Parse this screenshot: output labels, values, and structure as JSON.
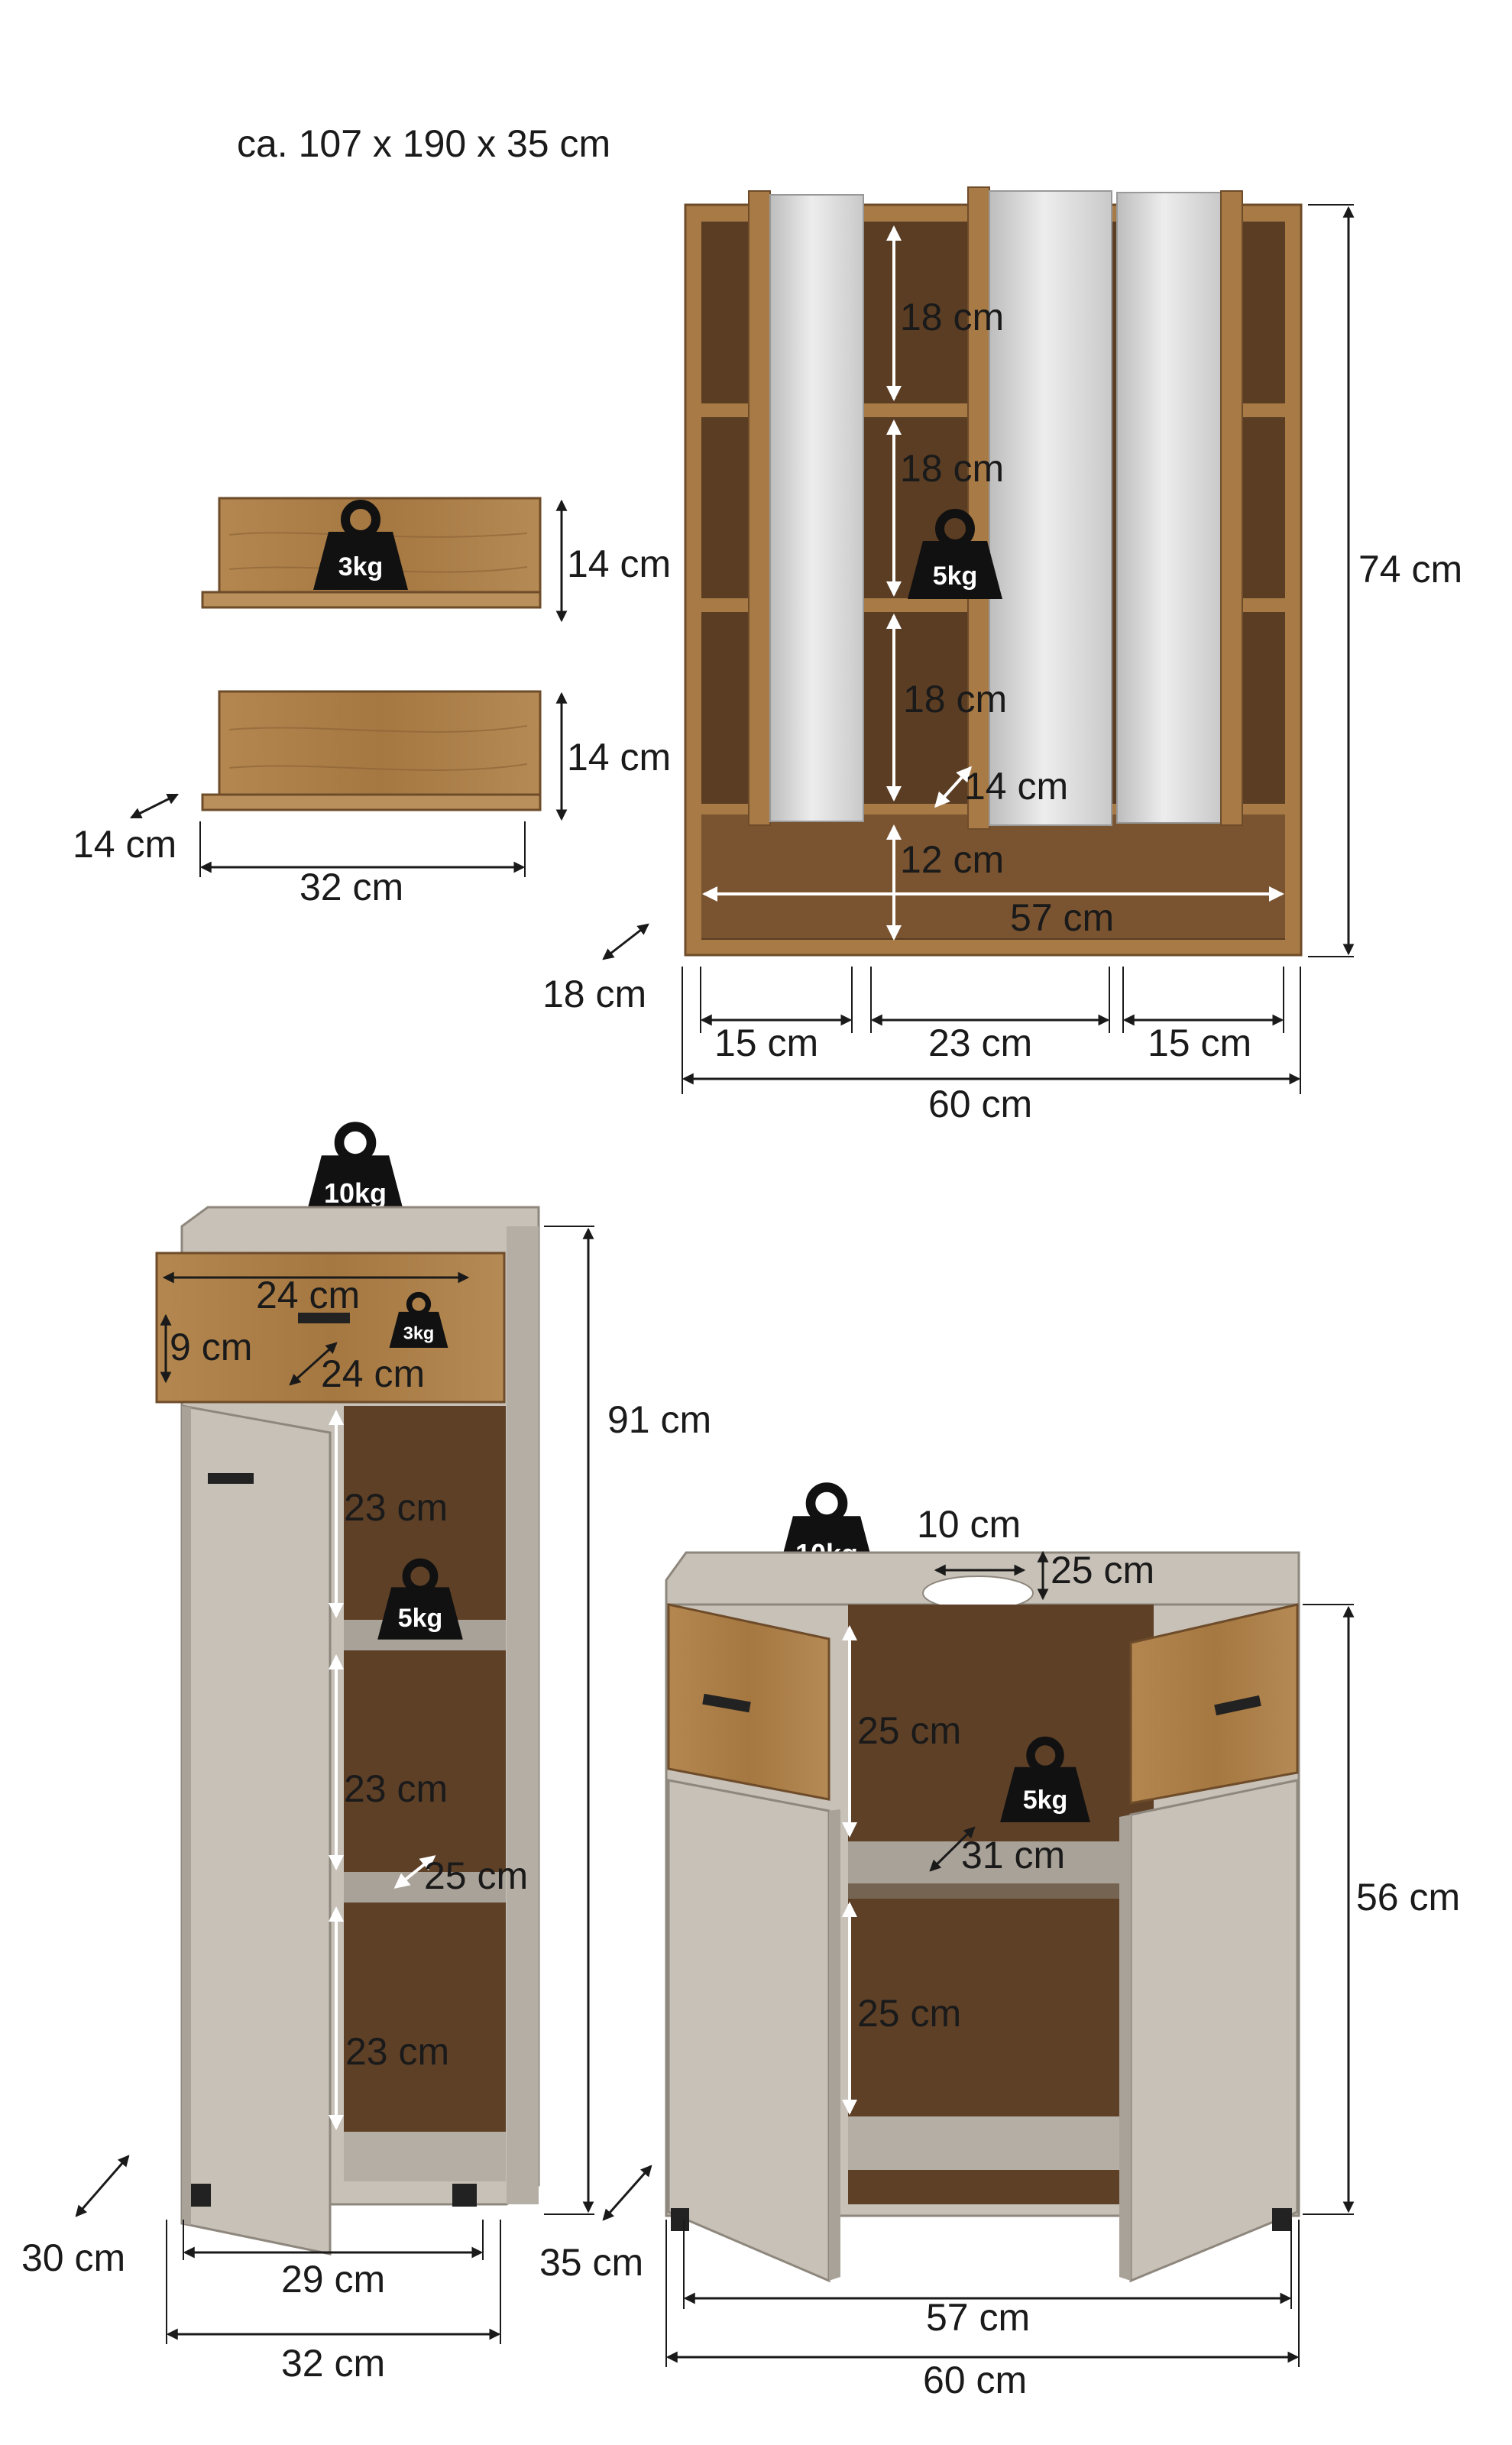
{
  "header": {
    "overall_size": "ca. 107 x 190 x 35 cm"
  },
  "colors": {
    "oak": "#a87a45",
    "oak_dark": "#6e4c2a",
    "interior_dark": "#5a3d23",
    "taupe": "#c7c1b8",
    "taupe_dark": "#a9a298",
    "mirror": "#d9d9d9",
    "weight_icon": "#111111",
    "arrow_dark": "#1a1a1a",
    "arrow_light": "#ffffff"
  },
  "mirror_cabinet": {
    "shelf_h1": "18 cm",
    "shelf_h2": "18 cm",
    "shelf_h3": "18 cm",
    "depth_inner": "14 cm",
    "bottom_h": "12 cm",
    "inner_width": "57 cm",
    "height": "74 cm",
    "depth": "18 cm",
    "left_w": "15 cm",
    "mid_w": "23 cm",
    "right_w": "15 cm",
    "total_w": "60 cm",
    "weight": "5kg"
  },
  "wall_shelves": {
    "height_top": "14 cm",
    "height_bottom": "14 cm",
    "depth": "14 cm",
    "width": "32 cm",
    "weight": "3kg"
  },
  "tall_cabinet": {
    "top_weight": "10kg",
    "drawer_width": "24 cm",
    "drawer_height": "9 cm",
    "drawer_depth": "24 cm",
    "drawer_weight": "3kg",
    "height": "91 cm",
    "shelf_h1": "23 cm",
    "shelf_weight": "5kg",
    "shelf_h2": "23 cm",
    "shelf_depth": "25 cm",
    "shelf_h3": "23 cm",
    "depth": "30 cm",
    "inner_width": "29 cm",
    "width": "32 cm"
  },
  "vanity": {
    "top_weight": "10kg",
    "cutout_w": "10 cm",
    "cutout_d": "25 cm",
    "upper_h": "25 cm",
    "shelf_weight": "5kg",
    "shelf_depth": "31 cm",
    "lower_h": "25 cm",
    "height": "56 cm",
    "depth": "35 cm",
    "inner_width": "57 cm",
    "width": "60 cm"
  }
}
